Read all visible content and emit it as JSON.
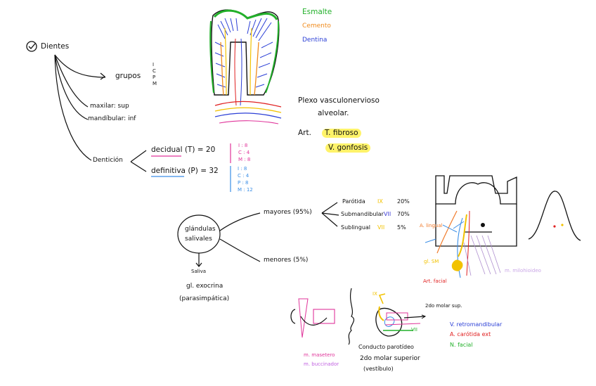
{
  "labels": {
    "dientes": "Dientes",
    "grupos": "grupos",
    "grupos_letters": [
      "I",
      "C",
      "P",
      "M"
    ],
    "maxilar": "maxilar: sup",
    "mandibular": "mandíbular: inf",
    "denticion": "Dentición",
    "decidual": "decidual (T) = 20",
    "decidual_counts": [
      "I : 8",
      "C : 4",
      "M : 8"
    ],
    "definitiva": "definitiva (P) = 32",
    "definitiva_counts": [
      "I : 8",
      "C : 4",
      "P : 8",
      "M : 12"
    ],
    "esmalte": "Esmalte",
    "cemento": "Cemento",
    "dentina": "Dentina",
    "plexo_1": "Plexo vasculonervioso",
    "plexo_2": "alveolar.",
    "art": "Art.",
    "t_fibroso": "T. fibroso",
    "v_gonfosis": "V. gonfosis",
    "glandulas_1": "glándulas",
    "glandulas_2": "salivales",
    "saliva": "Saliva",
    "gl_exocrina": "gl. exocrina",
    "parasimpatica": "(parasimpática)",
    "mayores": "mayores (95%)",
    "menores": "menores (5%)",
    "parotida": "Parótida",
    "parotida_nerve": "IX",
    "parotida_pct": "20%",
    "submandibular": "Submandibular",
    "submandibular_nerve": "VII",
    "submandibular_pct": "70%",
    "sublingual": "Sublingual",
    "sublingual_nerve": "VII",
    "sublingual_pct": "5%",
    "a_lingual": "A. lingual",
    "gl_sm": "gl. SM",
    "art_facial": "Art. facial",
    "m_milohioideo": "m. milohioideo",
    "nerve_ix": "IX",
    "nerve_vii": "VII",
    "segundo_molar": "2do molar sup.",
    "v_retromandibular": "V. retromandibular",
    "a_carotida": "A. carótida ext",
    "n_facial": "N. facial",
    "m_masetero": "m. masetero",
    "m_buccinador": "m. buccinador",
    "conducto_1": "Conducto parotídeo",
    "conducto_2": "2do molar superior",
    "conducto_3": "(vestíbulo)"
  },
  "colors": {
    "ink": "#111111",
    "esmalte": "#22b02a",
    "cemento": "#f08a1a",
    "dentina": "#2b3fd6",
    "pink": "#e0349a",
    "blue": "#3a8ee6",
    "yellow_hl": "#fff36a",
    "orange": "#f07a2a",
    "red": "#e02020",
    "purple_light": "#c9a6e6",
    "yellow": "#f2c200"
  }
}
